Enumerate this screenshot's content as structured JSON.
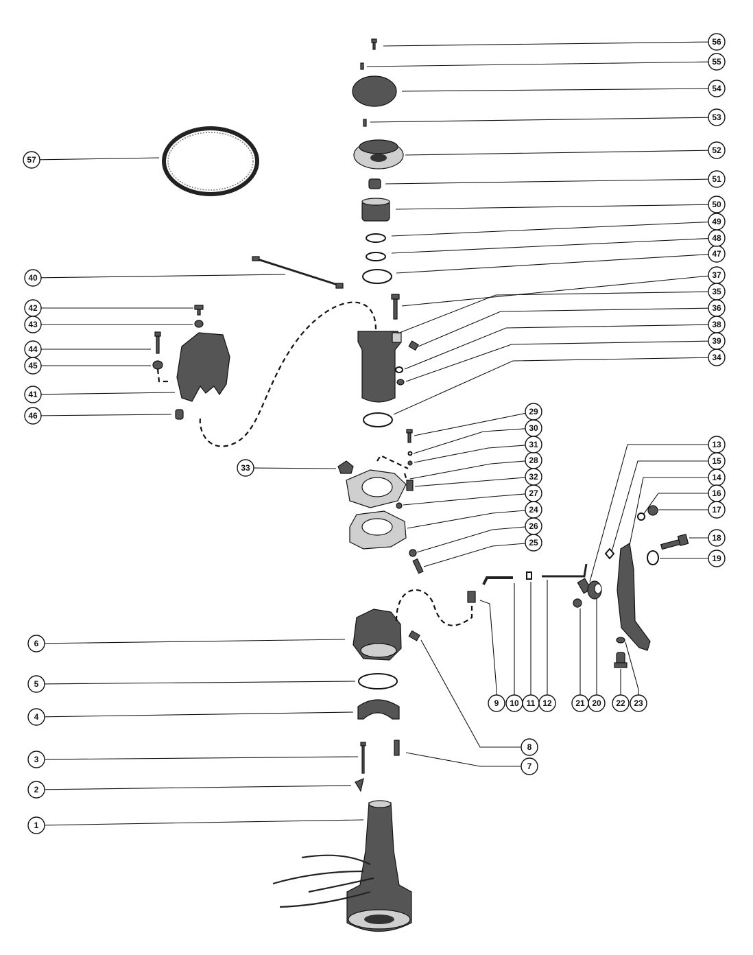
{
  "diagram": {
    "callouts": [
      {
        "id": "1",
        "label": "1"
      },
      {
        "id": "2",
        "label": "2"
      },
      {
        "id": "3",
        "label": "3"
      },
      {
        "id": "4",
        "label": "4"
      },
      {
        "id": "5",
        "label": "5"
      },
      {
        "id": "6",
        "label": "6"
      },
      {
        "id": "7",
        "label": "7"
      },
      {
        "id": "8",
        "label": "8"
      },
      {
        "id": "9",
        "label": "9"
      },
      {
        "id": "10",
        "label": "10"
      },
      {
        "id": "11",
        "label": "11"
      },
      {
        "id": "12",
        "label": "12"
      },
      {
        "id": "13",
        "label": "13"
      },
      {
        "id": "14",
        "label": "14"
      },
      {
        "id": "15",
        "label": "15"
      },
      {
        "id": "16",
        "label": "16"
      },
      {
        "id": "17",
        "label": "17"
      },
      {
        "id": "18",
        "label": "18"
      },
      {
        "id": "19",
        "label": "19"
      },
      {
        "id": "20",
        "label": "20"
      },
      {
        "id": "21",
        "label": "21"
      },
      {
        "id": "22",
        "label": "22"
      },
      {
        "id": "23",
        "label": "23"
      },
      {
        "id": "24",
        "label": "24"
      },
      {
        "id": "25",
        "label": "25"
      },
      {
        "id": "26",
        "label": "26"
      },
      {
        "id": "27",
        "label": "27"
      },
      {
        "id": "28",
        "label": "28"
      },
      {
        "id": "29",
        "label": "29"
      },
      {
        "id": "30",
        "label": "30"
      },
      {
        "id": "31",
        "label": "31"
      },
      {
        "id": "32",
        "label": "32"
      },
      {
        "id": "33",
        "label": "33"
      },
      {
        "id": "34",
        "label": "34"
      },
      {
        "id": "35",
        "label": "35"
      },
      {
        "id": "36",
        "label": "36"
      },
      {
        "id": "37",
        "label": "37"
      },
      {
        "id": "38",
        "label": "38"
      },
      {
        "id": "39",
        "label": "39"
      },
      {
        "id": "40",
        "label": "40"
      },
      {
        "id": "41",
        "label": "41"
      },
      {
        "id": "42",
        "label": "42"
      },
      {
        "id": "43",
        "label": "43"
      },
      {
        "id": "44",
        "label": "44"
      },
      {
        "id": "45",
        "label": "45"
      },
      {
        "id": "46",
        "label": "46"
      },
      {
        "id": "47",
        "label": "47"
      },
      {
        "id": "48",
        "label": "48"
      },
      {
        "id": "49",
        "label": "49"
      },
      {
        "id": "50",
        "label": "50"
      },
      {
        "id": "51",
        "label": "51"
      },
      {
        "id": "52",
        "label": "52"
      },
      {
        "id": "53",
        "label": "53"
      },
      {
        "id": "54",
        "label": "54"
      },
      {
        "id": "55",
        "label": "55"
      },
      {
        "id": "56",
        "label": "56"
      },
      {
        "id": "57",
        "label": "57"
      }
    ]
  }
}
